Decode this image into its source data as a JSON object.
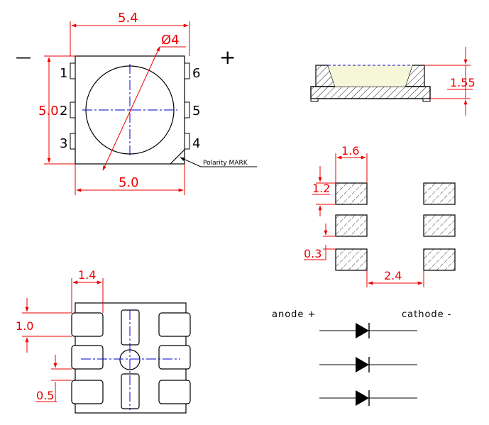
{
  "colors": {
    "dimension": "#ee0000",
    "outline": "#000000",
    "centerline": "#0000cc",
    "fill_dots": "#dddd88"
  },
  "top_view": {
    "minus_sign": "—",
    "plus_sign": "+",
    "pin_numbers": [
      "1",
      "2",
      "3",
      "4",
      "5",
      "6"
    ],
    "dim_width_top": "5.4",
    "dim_height": "5.0",
    "dim_width_bottom": "5.0",
    "dim_diameter": "Ø4",
    "polarity_label": "Polarity MARK"
  },
  "side_view": {
    "dim_height": "1.55"
  },
  "pad_layout": {
    "dim_pad_width": "1.6",
    "dim_pad_height": "1.2",
    "dim_pad_gap": "0.3",
    "dim_pad_spacing": "2.4"
  },
  "bottom_view": {
    "dim_pad_width": "1.4",
    "dim_pad_height": "1.0",
    "dim_pad_gap": "0.5"
  },
  "schematic": {
    "anode_label": "anode +",
    "cathode_label": "cathode -"
  }
}
